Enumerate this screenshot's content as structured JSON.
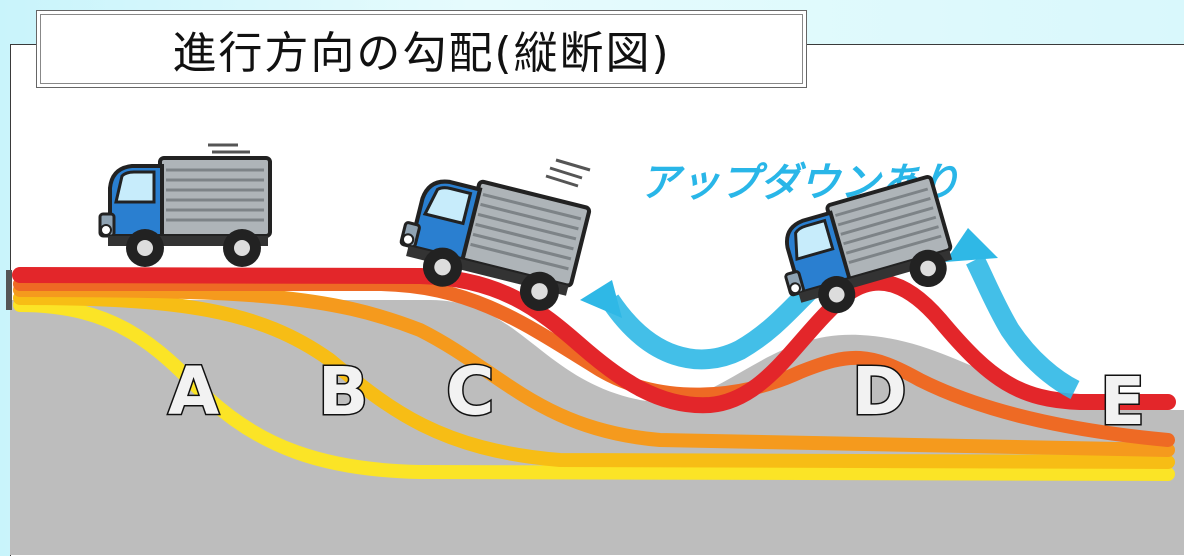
{
  "title": "進行方向の勾配(縦断図)",
  "annotation": "アップダウンあり",
  "route_labels": [
    "A",
    "B",
    "C",
    "D",
    "E"
  ],
  "colors": {
    "background": "#d3f6fb",
    "ground": "#bdbdbd",
    "road_e": "#e3262a",
    "road_d": "#ee6a24",
    "road_c": "#f59a1d",
    "road_b": "#f7bd15",
    "road_a": "#fbe426",
    "arrow": "#2fb8e6",
    "truck_cab": "#2a7fd0",
    "truck_box": "#aeb4b8"
  },
  "icons": [
    "truck-icon",
    "motion-lines-icon",
    "up-arrow-icon"
  ]
}
